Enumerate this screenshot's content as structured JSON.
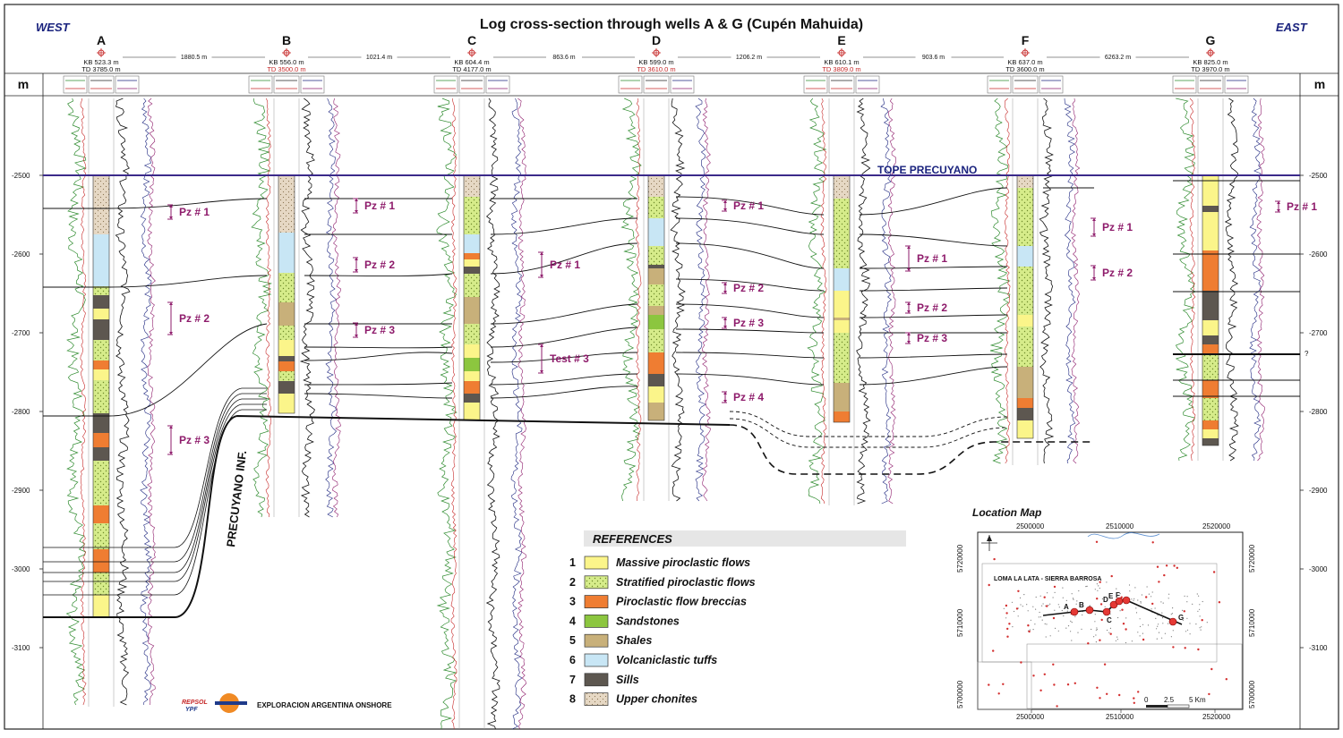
{
  "title": "Log cross-section through wells A & G (Cupén Mahuida)",
  "west_label": "WEST",
  "east_label": "EAST",
  "depth_unit": "m",
  "depth_ticks": [
    "-2500",
    "-2600",
    "-2700",
    "-2800",
    "-2900",
    "-3000",
    "-3100"
  ],
  "wells": [
    {
      "name": "A",
      "kb": "KB 523.3 m",
      "td": "TD 3785.0 m",
      "td_red": false
    },
    {
      "name": "B",
      "kb": "KB 556.0 m",
      "td": "TD 3500.0 m",
      "td_red": true
    },
    {
      "name": "C",
      "kb": "KB 604.4 m",
      "td": "TD 4177.0 m",
      "td_red": false
    },
    {
      "name": "D",
      "kb": "KB 599.0 m",
      "td": "TD 3610.0 m",
      "td_red": true
    },
    {
      "name": "E",
      "kb": "KB 610.1 m",
      "td": "TD 3809.0 m",
      "td_red": true
    },
    {
      "name": "F",
      "kb": "KB 637.0 m",
      "td": "TD 3600.0 m",
      "td_red": false
    },
    {
      "name": "G",
      "kb": "KB 825.0 m",
      "td": "TD 3970.0 m",
      "td_red": false
    }
  ],
  "distances": [
    "1880.5 m",
    "1021.4 m",
    "863.6 m",
    "1206.2 m",
    "903.6 m",
    "6263.2 m"
  ],
  "markers": {
    "tope_precuyano": "TOPE PRECUYANO",
    "precuyano_inf": "PRECUYANO INF.",
    "question": "?"
  },
  "pz_labels": [
    {
      "text": "Pz # 1"
    },
    {
      "text": "Pz # 2"
    },
    {
      "text": "Pz # 3"
    },
    {
      "text": "Pz # 1"
    },
    {
      "text": "Pz # 2"
    },
    {
      "text": "Pz # 3"
    },
    {
      "text": "Pz # 1"
    },
    {
      "text": "Test # 3"
    },
    {
      "text": "Pz # 1"
    },
    {
      "text": "Pz # 2"
    },
    {
      "text": "Pz # 3"
    },
    {
      "text": "Pz # 4"
    },
    {
      "text": "Pz # 1"
    },
    {
      "text": "Pz # 2"
    },
    {
      "text": "Pz # 3"
    },
    {
      "text": "Pz # 1"
    },
    {
      "text": "Pz # 2"
    },
    {
      "text": "Pz # 1"
    }
  ],
  "references": {
    "title": "REFERENCES",
    "items": [
      {
        "num": "1",
        "label": "Massive piroclastic flows",
        "color": "#fbf58a"
      },
      {
        "num": "2",
        "label": "Stratified piroclastic flows",
        "color": "#d6ec8a"
      },
      {
        "num": "3",
        "label": "Piroclastic flow breccias",
        "color": "#ef7d32"
      },
      {
        "num": "4",
        "label": "Sandstones",
        "color": "#8cc63f"
      },
      {
        "num": "5",
        "label": "Shales",
        "color": "#c8b07a"
      },
      {
        "num": "6",
        "label": "Volcaniclastic tuffs",
        "color": "#c8e6f5"
      },
      {
        "num": "7",
        "label": "Sills",
        "color": "#5d5750"
      },
      {
        "num": "8",
        "label": "Upper chonites",
        "color": "#e6d8c4"
      }
    ]
  },
  "location_map": {
    "title": "Location Map",
    "x_labels": [
      "2500000",
      "2510000",
      "2520000"
    ],
    "y_labels": [
      "5720000",
      "5710000",
      "5700000"
    ],
    "area_label": "LOMA LA LATA - SIERRA BARROSA",
    "well_points": [
      "A",
      "B",
      "C",
      "D",
      "E",
      "F",
      "G"
    ],
    "scale_labels": [
      "0",
      "2.5",
      "5 Km"
    ]
  },
  "footer": {
    "logo_text_1": "REPSOL",
    "logo_text_2": "YPF",
    "company": "EXPLORACION ARGENTINA ONSHORE"
  },
  "colors": {
    "massive": "#fbf58a",
    "stratified": "#d6ec8a",
    "breccia": "#ef7d32",
    "sandstone": "#8cc63f",
    "shale": "#c8b07a",
    "tuff": "#c8e6f5",
    "sill": "#5d5750",
    "chonite": "#e6d8c4",
    "pz": "#8e1b6b",
    "tope": "#3b2a8a",
    "gr": "#2e8b2e",
    "sp": "#c62828"
  }
}
